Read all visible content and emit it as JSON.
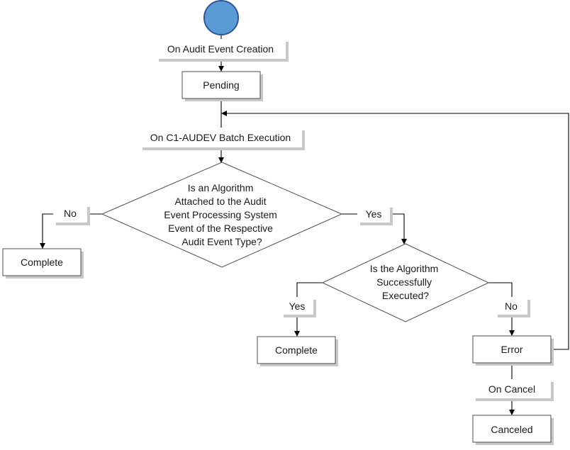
{
  "nodes": {
    "start": {
      "shape": "circle",
      "color": "#5b9bd5"
    },
    "on_creation": "On Audit Event Creation",
    "pending": "Pending",
    "on_batch": "On C1-AUDEV Batch Execution",
    "decision1": [
      "Is an Algorithm",
      "Attached to the Audit",
      "Event Processing System",
      "Event of the Respective",
      "Audit Event Type?"
    ],
    "no1": "No",
    "yes1": "Yes",
    "complete_left": "Complete",
    "decision2": [
      "Is the Algorithm",
      "Successfully",
      "Executed?"
    ],
    "yes2": "Yes",
    "no2": "No",
    "complete_mid": "Complete",
    "error": "Error",
    "on_cancel": "On Cancel",
    "canceled": "Canceled"
  }
}
